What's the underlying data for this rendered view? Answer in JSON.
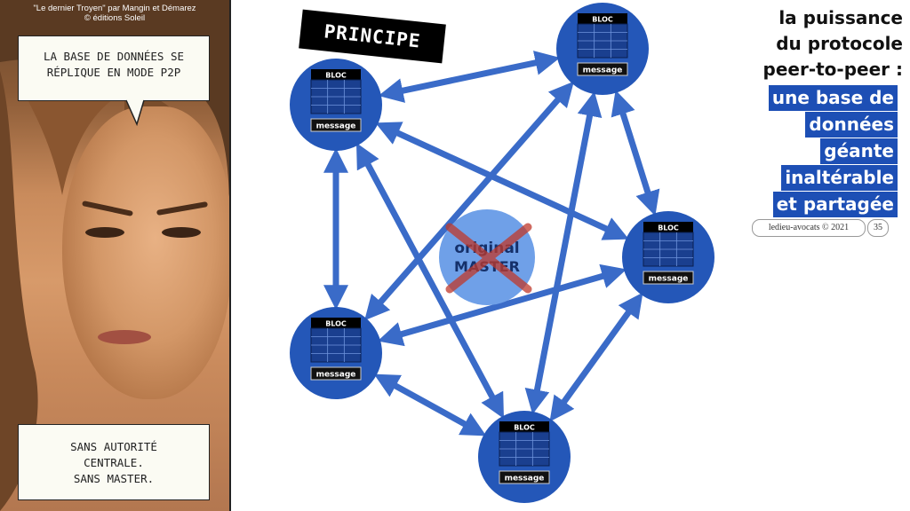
{
  "comic": {
    "caption_line1": "\"Le dernier Troyen\" par Mangin et Démarez",
    "caption_line2": "© éditions Soleil",
    "bubble_top": "LA BASE DE DONNÉES SE RÉPLIQUE EN MODE P2P",
    "bubble_bottom_line1": "SANS AUTORITÉ",
    "bubble_bottom_line2": "CENTRALE.",
    "bubble_bottom_line3": "SANS MASTER."
  },
  "banner": "PRINCIPE",
  "title": {
    "dark_line1": "la puissance",
    "dark_line2": "du protocole",
    "dark_line3": "peer-to-peer :",
    "blue_lines": [
      "une base de",
      "données",
      "géante",
      "inaltérable",
      "et partagée"
    ]
  },
  "nodes": {
    "bloc_label": "BLOC",
    "message_label": "message",
    "items": [
      "node-top-left",
      "node-top-right",
      "node-right",
      "node-bottom-left",
      "node-bottom"
    ]
  },
  "center": {
    "line1": "original",
    "line2": "MASTER"
  },
  "credit": {
    "text": "ledieu-avocats © 2021",
    "page": "35"
  },
  "colors": {
    "node_blue": "#2457b8",
    "arrow_blue": "#3a6bc8",
    "center_blue": "#6fa0e8",
    "cross_red": "#c0392b"
  }
}
